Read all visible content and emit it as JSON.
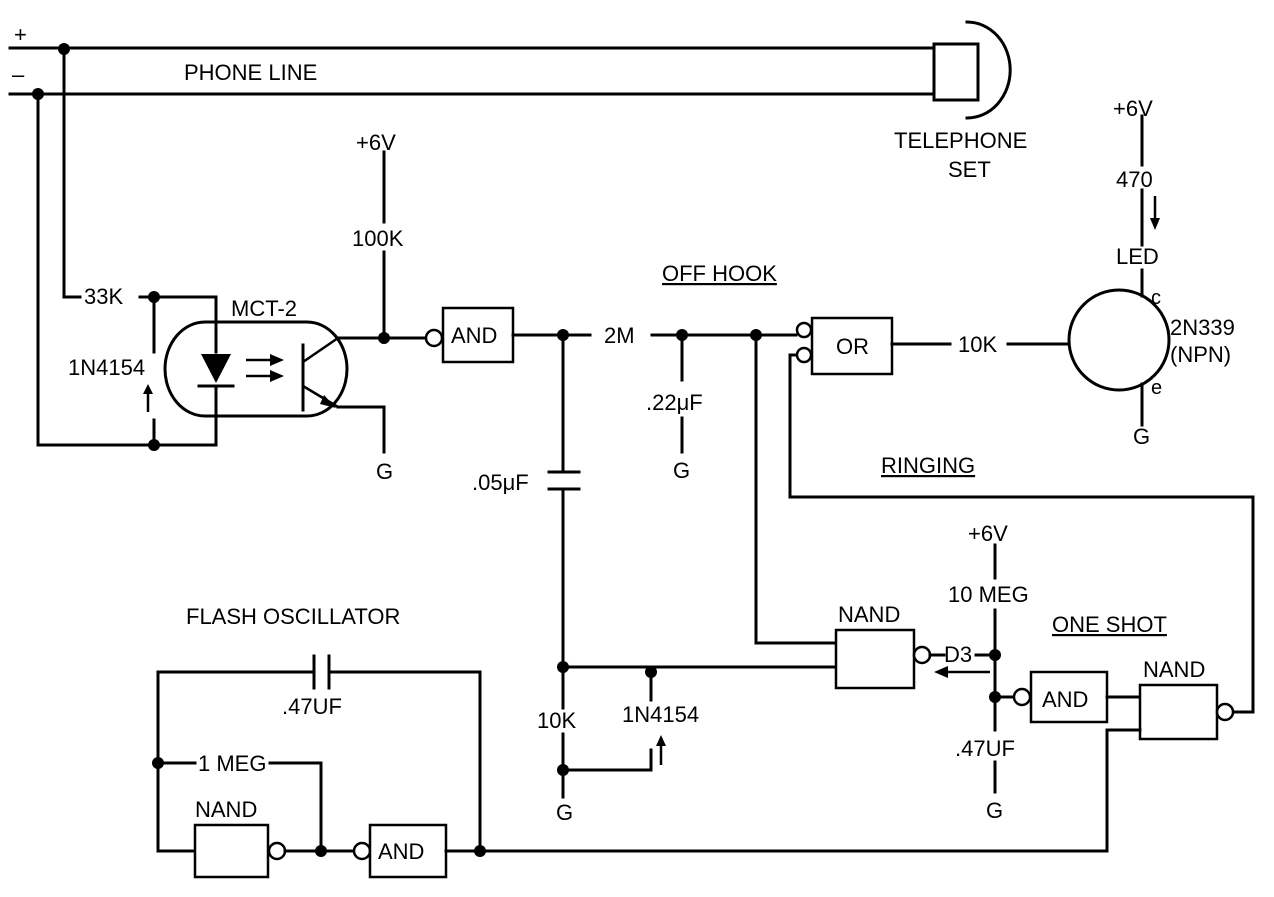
{
  "labels": {
    "plus": "+",
    "minus": "–",
    "phone_line": "PHONE LINE",
    "telephone": "TELEPHONE",
    "set": "SET",
    "v6_top": "+6V",
    "r100k": "100K",
    "r33k": "33K",
    "mct2": "MCT-2",
    "d1n4154_a": "1N4154",
    "g": "G",
    "and": "AND",
    "or": "OR",
    "nand": "NAND",
    "r2m": "2M",
    "c022": ".22μF",
    "c005": ".05μF",
    "off_hook": "OFF HOOK",
    "ringing": "RINGING",
    "r10k": "10K",
    "v6_right": "+6V",
    "r470": "470",
    "led": "LED",
    "transistor": "2N339",
    "npn": "(NPN)",
    "c": "c",
    "e": "e",
    "v6_oneshot": "+6V",
    "r10meg": "10 MEG",
    "one_shot": "ONE SHOT",
    "d3": "D3",
    "c047_os": ".47UF",
    "flash_osc": "FLASH OSCILLATOR",
    "c047_fo": ".47UF",
    "r1meg": "1 MEG",
    "r10k_b": "10K",
    "d1n4154_b": "1N4154"
  }
}
